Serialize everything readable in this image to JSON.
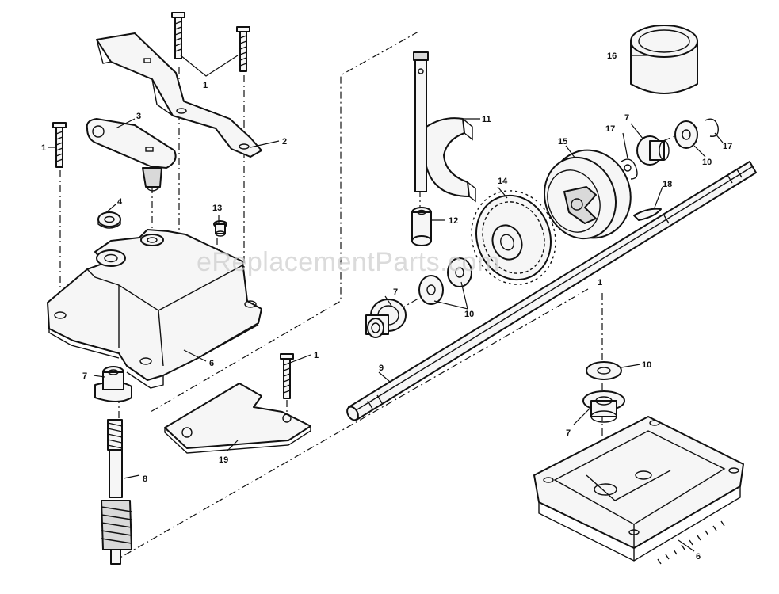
{
  "watermark": "eReplacementParts.com",
  "callouts": [
    {
      "id": "c1a",
      "text": "1"
    },
    {
      "id": "c1b",
      "text": "1"
    },
    {
      "id": "c1c",
      "text": "1"
    },
    {
      "id": "c1d",
      "text": "1"
    },
    {
      "id": "c2",
      "text": "2"
    },
    {
      "id": "c3",
      "text": "3"
    },
    {
      "id": "c4",
      "text": "4"
    },
    {
      "id": "c6a",
      "text": "6"
    },
    {
      "id": "c6b",
      "text": "6"
    },
    {
      "id": "c7a",
      "text": "7"
    },
    {
      "id": "c7b",
      "text": "7"
    },
    {
      "id": "c7c",
      "text": "7"
    },
    {
      "id": "c7d",
      "text": "7"
    },
    {
      "id": "c8",
      "text": "8"
    },
    {
      "id": "c9",
      "text": "9"
    },
    {
      "id": "c10a",
      "text": "10"
    },
    {
      "id": "c10b",
      "text": "10"
    },
    {
      "id": "c10c",
      "text": "10"
    },
    {
      "id": "c11",
      "text": "11"
    },
    {
      "id": "c12",
      "text": "12"
    },
    {
      "id": "c13",
      "text": "13"
    },
    {
      "id": "c14",
      "text": "14"
    },
    {
      "id": "c15",
      "text": "15"
    },
    {
      "id": "c16",
      "text": "16"
    },
    {
      "id": "c17a",
      "text": "17"
    },
    {
      "id": "c17b",
      "text": "17"
    },
    {
      "id": "c18",
      "text": "18"
    },
    {
      "id": "c19",
      "text": "19"
    }
  ]
}
